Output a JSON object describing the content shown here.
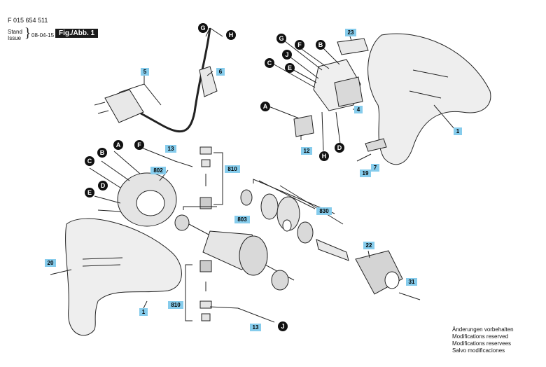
{
  "header": {
    "number": "F 015 654 511",
    "stand_issue": "Stand\nIssue",
    "date": "08-04-15",
    "fig_label": "Fig./Abb. 1"
  },
  "part_numbers": {
    "p1_housing": "1",
    "p1_handle": "1",
    "p4": "4",
    "p5": "5",
    "p6": "6",
    "p7": "7",
    "p12": "12",
    "p13_top": "13",
    "p13_bottom": "13",
    "p19": "19",
    "p20": "20",
    "p22": "22",
    "p23": "23",
    "p31": "31",
    "p802": "802",
    "p803": "803",
    "p810_top": "810",
    "p810_bottom": "810",
    "p830": "830"
  },
  "letters": {
    "G_cord": "G",
    "H_cord": "H",
    "G_sw": "G",
    "F_sw": "F",
    "B_sw": "B",
    "J_sw": "J",
    "C_sw": "C",
    "E_sw": "E",
    "A_sw": "A",
    "H_sw": "H",
    "D_sw": "D",
    "A_st": "A",
    "F_st": "F",
    "B_st": "B",
    "C_st": "C",
    "D_st": "D",
    "E_st": "E",
    "J_brush": "J"
  },
  "footnote": [
    "Änderungen vorbehalten",
    "Modifications reserved",
    "Modifications reservees",
    "Salvo modificaciones"
  ],
  "colors": {
    "label_fill": "#86ccec",
    "badge_fill": "#1a1a1a",
    "line": "#222222",
    "part_fill": "#d9d9d9"
  }
}
